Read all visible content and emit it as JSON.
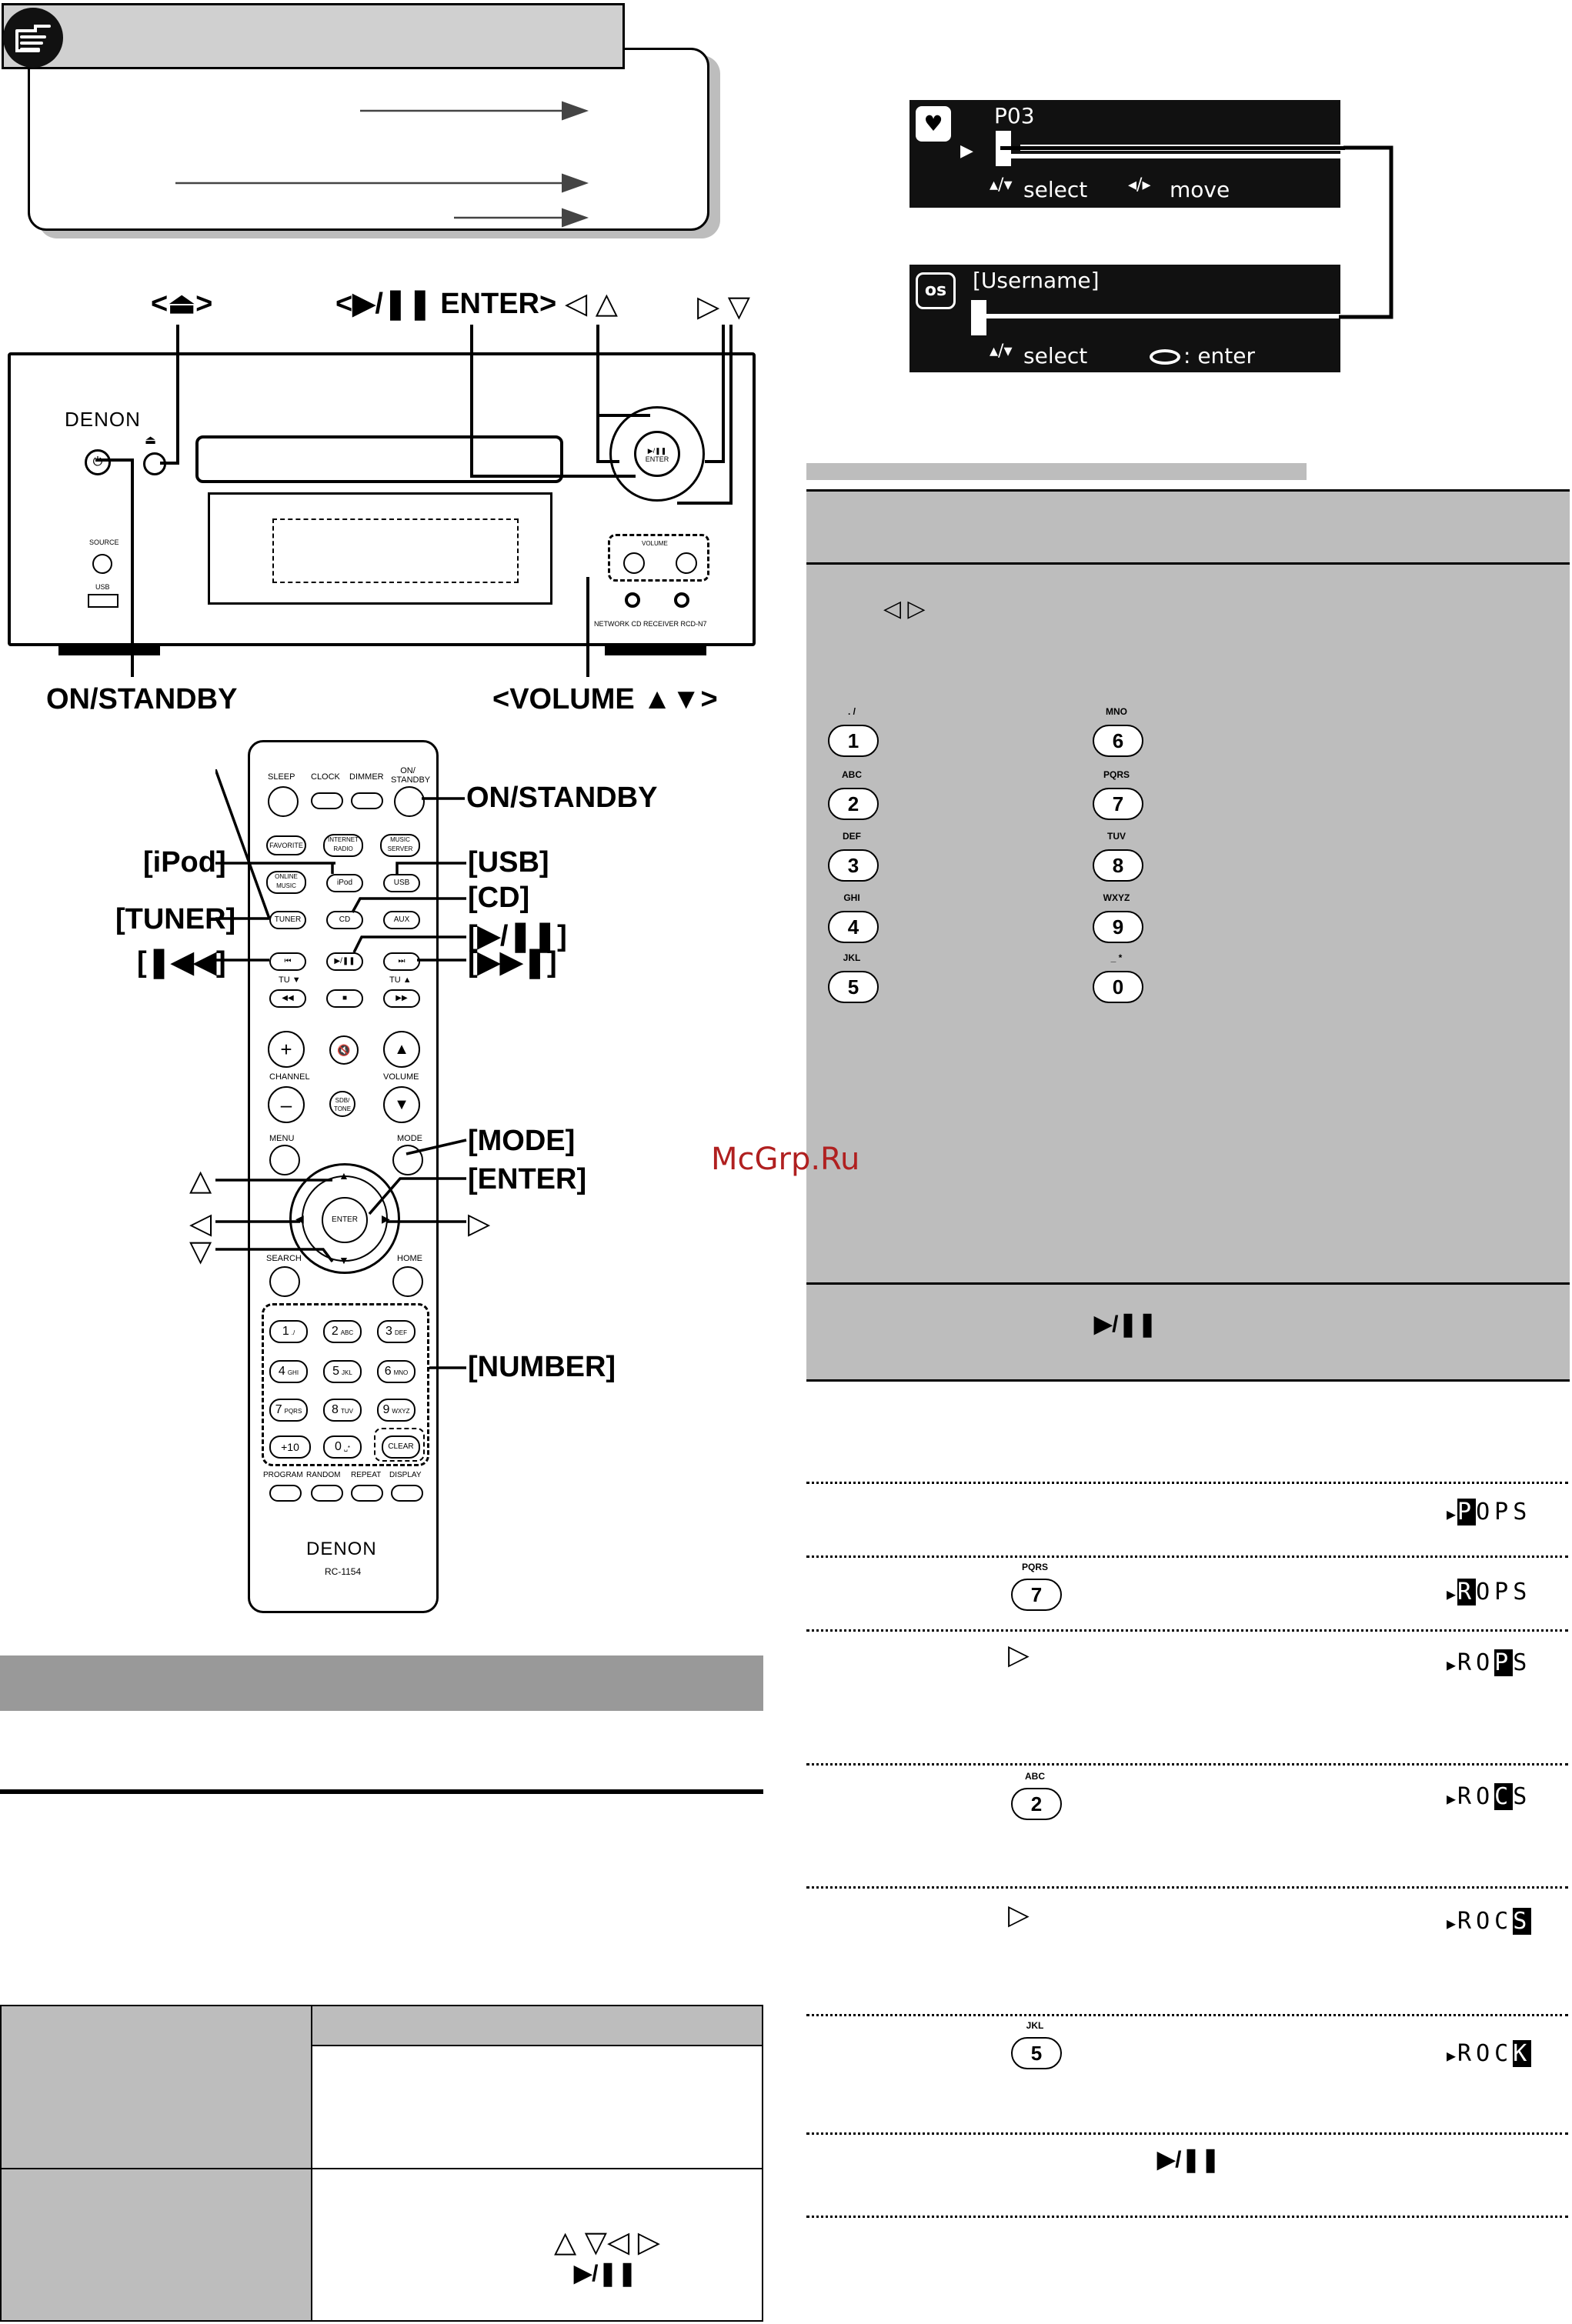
{
  "watermark": "McGrp.Ru",
  "note_box": {
    "icon": "pointing-hand-icon"
  },
  "unit_labels": {
    "eject": "<⏏>",
    "play_enter": "<▶/❚❚ ENTER>",
    "left_up": "◁ △",
    "right_down": "▷ ▽",
    "on_standby": "ON/STANDBY",
    "volume": "<VOLUME ▲▼>",
    "brand": "DENON",
    "model_text": "NETWORK CD RECEIVER  RCD-N7",
    "source": "SOURCE",
    "usb": "USB",
    "volume_small": "VOLUME"
  },
  "remote_labels": {
    "on_standby": "ON/STANDBY",
    "ipod": "[iPod]",
    "usb": "[USB]",
    "tuner": "[TUNER]",
    "cd": "[CD]",
    "play_pause": "[▶/❚❚]",
    "prev": "[❚◀◀]",
    "next": "[▶▶❚]",
    "mode": "[MODE]",
    "enter": "[ENTER]",
    "up": "△",
    "left": "◁",
    "right": "▷",
    "down": "▽",
    "number": "[NUMBER]"
  },
  "remote": {
    "brand": "DENON",
    "model": "RC-1154",
    "buttons": {
      "sleep": "SLEEP",
      "clock": "CLOCK",
      "dimmer": "DIMMER",
      "on_standby": "ON/ STANDBY",
      "favorite": "FAVORITE",
      "internet_radio": "INTERNET RADIO",
      "music_server": "MUSIC SERVER",
      "online_music": "ONLINE MUSIC",
      "ipod": "iPod",
      "usb": "USB",
      "tuner": "TUNER",
      "cd": "CD",
      "aux": "AUX",
      "tu_down": "TU ▼",
      "tu_up": "TU ▲",
      "channel": "CHANNEL",
      "volume": "VOLUME",
      "sdb_tone": "SDB/ TONE",
      "menu": "MENU",
      "mode": "MODE",
      "search": "SEARCH",
      "home": "HOME",
      "enter": "ENTER",
      "clear": "CLEAR",
      "plus10": "+10",
      "program": "PROGRAM",
      "random": "RANDOM",
      "repeat": "REPEAT",
      "display": "DISPLAY"
    },
    "numpad": [
      {
        "num": "1",
        "sub": "./"
      },
      {
        "num": "2",
        "sub": "ABC"
      },
      {
        "num": "3",
        "sub": "DEF"
      },
      {
        "num": "4",
        "sub": "GHI"
      },
      {
        "num": "5",
        "sub": "JKL"
      },
      {
        "num": "6",
        "sub": "MNO"
      },
      {
        "num": "7",
        "sub": "PQRS"
      },
      {
        "num": "8",
        "sub": "TUV"
      },
      {
        "num": "9",
        "sub": "WXYZ"
      },
      {
        "num": "0",
        "sub": "␣*"
      }
    ]
  },
  "screens": [
    {
      "icon": "ipod-heart-icon",
      "title": "P03",
      "hint_left": "select",
      "hint_right": "move"
    },
    {
      "icon": "lastfm-icon",
      "title": "[Username]",
      "hint_left": "select",
      "hint_right": ": enter"
    }
  ],
  "char_table": {
    "left_right_arrows": "◁ ▷",
    "keys_left": [
      {
        "num": "1",
        "sub": ". /"
      },
      {
        "num": "2",
        "sub": "ABC"
      },
      {
        "num": "3",
        "sub": "DEF"
      },
      {
        "num": "4",
        "sub": "GHI"
      },
      {
        "num": "5",
        "sub": "JKL"
      }
    ],
    "keys_right": [
      {
        "num": "6",
        "sub": "MNO"
      },
      {
        "num": "7",
        "sub": "PQRS"
      },
      {
        "num": "8",
        "sub": "TUV"
      },
      {
        "num": "9",
        "sub": "WXYZ"
      },
      {
        "num": "0",
        "sub": "_ *"
      }
    ],
    "play_symbol": "▶/❚❚"
  },
  "example_steps": [
    {
      "key_num": "",
      "key_sub": "",
      "arrow": "",
      "display": [
        "P",
        "O",
        "P",
        "S"
      ],
      "cursor": 0
    },
    {
      "key_num": "7",
      "key_sub": "PQRS",
      "arrow": "",
      "display": [
        "R",
        "O",
        "P",
        "S"
      ],
      "cursor": 0
    },
    {
      "key_num": "",
      "key_sub": "",
      "arrow": "▷",
      "display": [
        "R",
        "O",
        "P",
        "S"
      ],
      "cursor": 2
    },
    {
      "key_num": "2",
      "key_sub": "ABC",
      "arrow": "",
      "display": [
        "R",
        "O",
        "C",
        "S"
      ],
      "cursor": 2
    },
    {
      "key_num": "",
      "key_sub": "",
      "arrow": "▷",
      "display": [
        "R",
        "O",
        "C",
        "S"
      ],
      "cursor": 3
    },
    {
      "key_num": "5",
      "key_sub": "JKL",
      "arrow": "",
      "display": [
        "R",
        "O",
        "C",
        "K"
      ],
      "cursor": 3
    }
  ],
  "final_play": "▶/❚❚",
  "bottom_table": {
    "arrows": "△ ▽◁ ▷",
    "play": "▶/❚❚"
  }
}
